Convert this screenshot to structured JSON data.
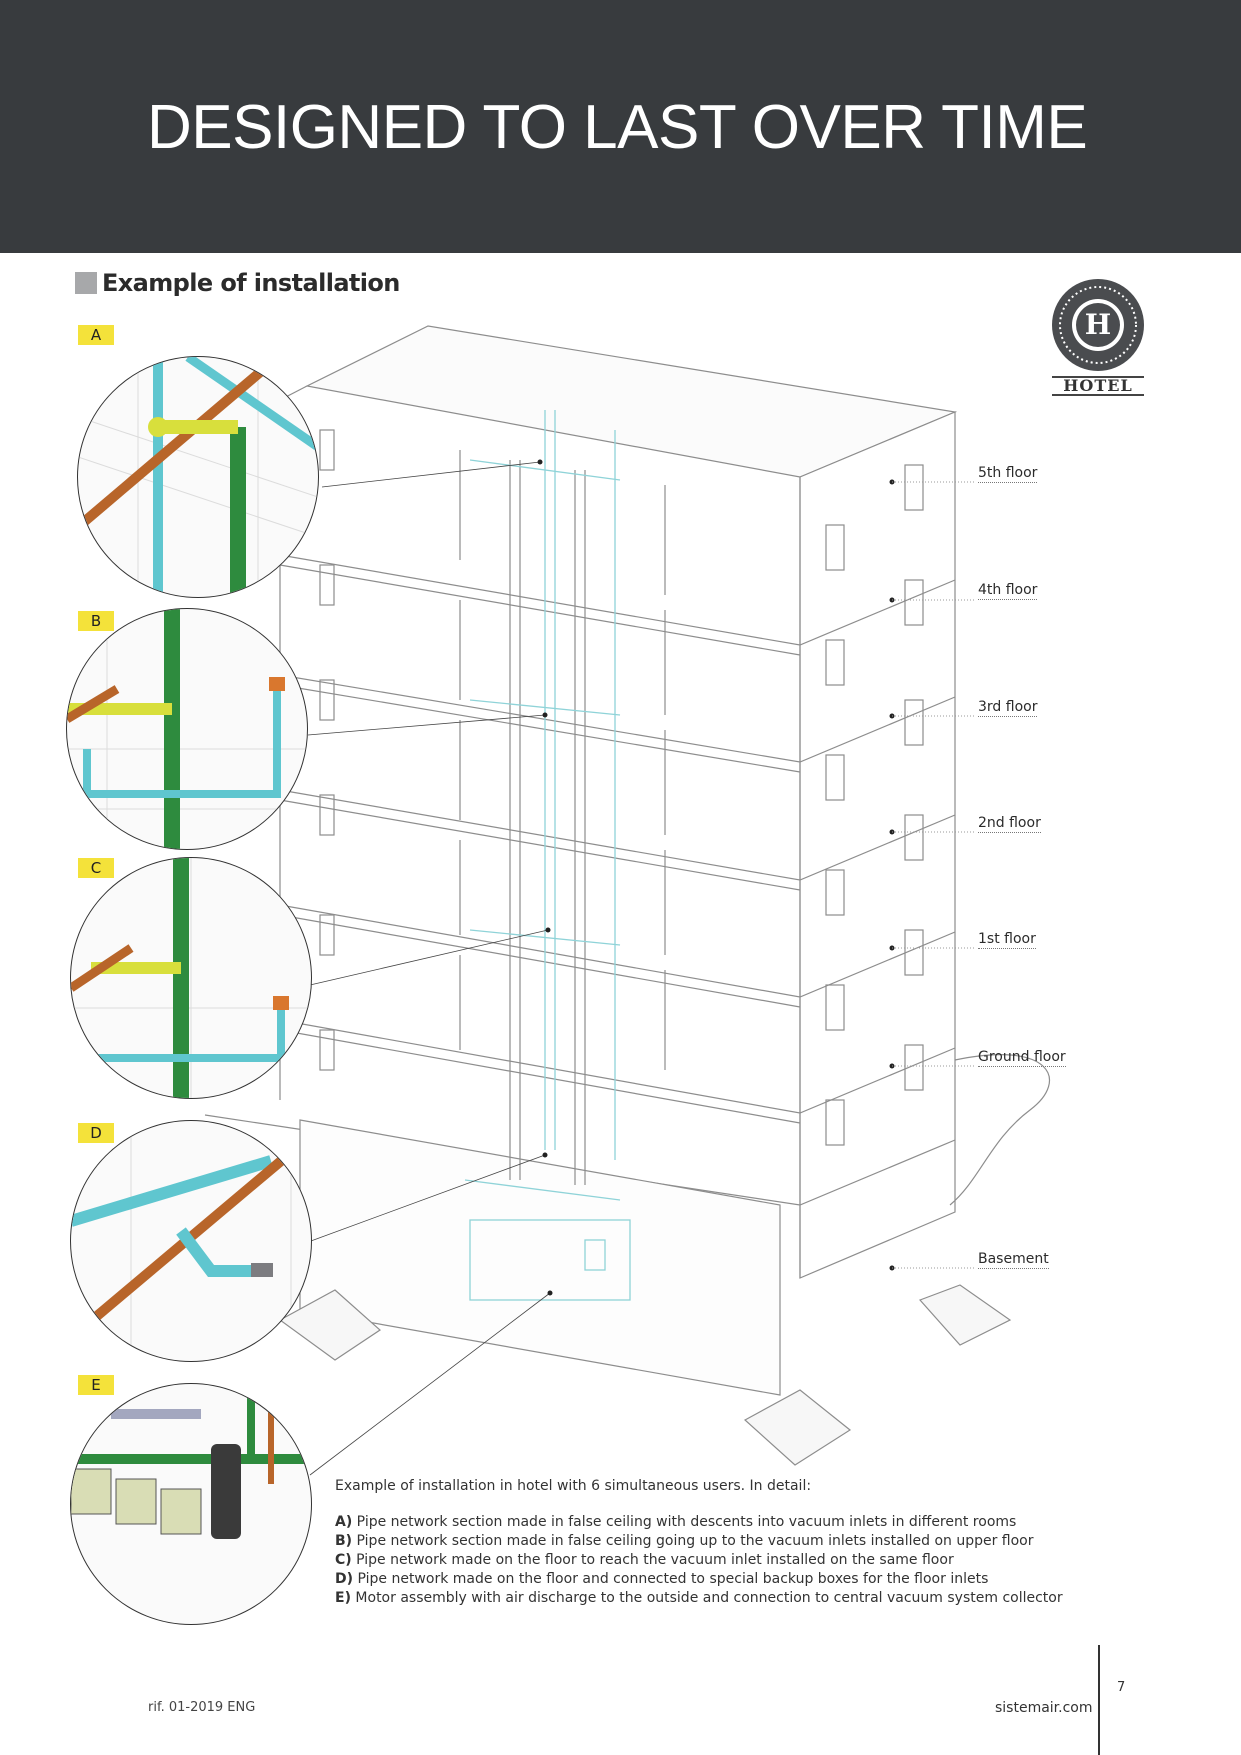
{
  "banner": {
    "title": "DESIGNED TO LAST OVER TIME"
  },
  "section": {
    "title": "Example of installation"
  },
  "markers": [
    "A",
    "B",
    "C",
    "D",
    "E"
  ],
  "logo": {
    "text": "HOTEL",
    "letter": "H"
  },
  "floors": [
    "5th floor",
    "4th floor",
    "3rd floor",
    "2nd floor",
    "1st floor",
    "Ground floor",
    "Basement"
  ],
  "caption": {
    "intro": "Example of installation in hotel with 6 simultaneous users. In detail:",
    "items": [
      {
        "key": "A)",
        "text": " Pipe network section made in false ceiling with descents into vacuum inlets in different rooms"
      },
      {
        "key": "B)",
        "text": " Pipe network section made in false ceiling going up to the vacuum inlets installed on upper floor"
      },
      {
        "key": "C)",
        "text": " Pipe network made on the floor to reach the vacuum inlet installed on the same floor"
      },
      {
        "key": "D)",
        "text": " Pipe network made on the floor and connected to special backup boxes for the floor inlets"
      },
      {
        "key": "E)",
        "text": " Motor assembly with air discharge to the outside and connection to central vacuum system collector"
      }
    ]
  },
  "footer": {
    "ref": "rif. 01-2019 ENG",
    "site": "sistemair.com",
    "page": "7"
  },
  "colors": {
    "banner": "#383b3e",
    "marker": "#f4e23a",
    "pipe_green": "#2e8b3e",
    "pipe_cyan": "#5fc6cf",
    "pipe_copper": "#b8652a",
    "fitting_yellow": "#d8df3c"
  }
}
